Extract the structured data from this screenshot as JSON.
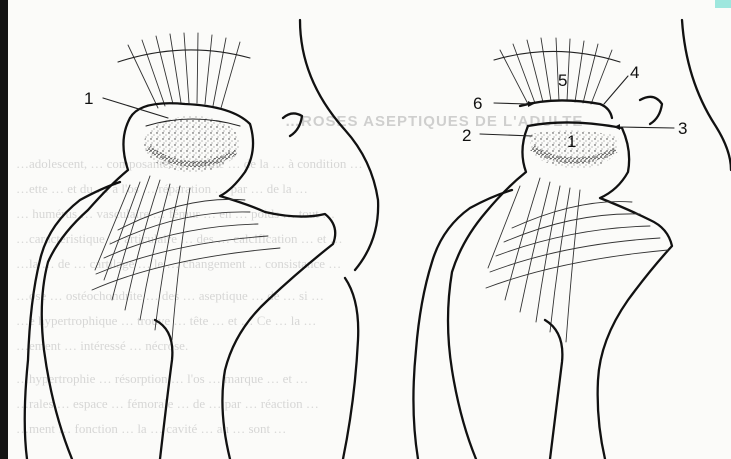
{
  "bleed_through": {
    "heading": "…ROSES ASEPTIQUES DE L'ADULTE",
    "lines": [
      "…adolescent, … composantes … forme … de la … à condition …",
      "…ette … et du … à l'os … réparation … par … de la …",
      "… humérus … vasculaire … fémur … en … poids … tout …",
      "…caractéristique … articulaire … des … calcification … et …",
      "…la … de … cartilage … le … changement … consistance …",
      "…ose … ostéochondrite … des … aseptique … de … si …",
      "…e hypertrophique … trouve … tête … et … Ce … la …",
      "…ement … intéressé … nécrose.",
      "…hypertrophie … résorption … l'os … marque … et …",
      "…rales … espace … fémorale … de … par … réaction …",
      "…ment … fonction … la … cavité … au … sont …"
    ]
  },
  "figure_left": {
    "labels": [
      {
        "id": "left-1",
        "text": "1"
      }
    ]
  },
  "figure_right": {
    "labels": [
      {
        "id": "right-1",
        "text": "1"
      },
      {
        "id": "right-2",
        "text": "2"
      },
      {
        "id": "right-3",
        "text": "3"
      },
      {
        "id": "right-4",
        "text": "4"
      },
      {
        "id": "right-5",
        "text": "5"
      },
      {
        "id": "right-6",
        "text": "6"
      }
    ]
  },
  "colors": {
    "ink": "#111111",
    "paper": "#fbfbf9",
    "bleed": "#b9b9b9",
    "edge": "#141414",
    "corner_accent": "#9ee7de"
  }
}
